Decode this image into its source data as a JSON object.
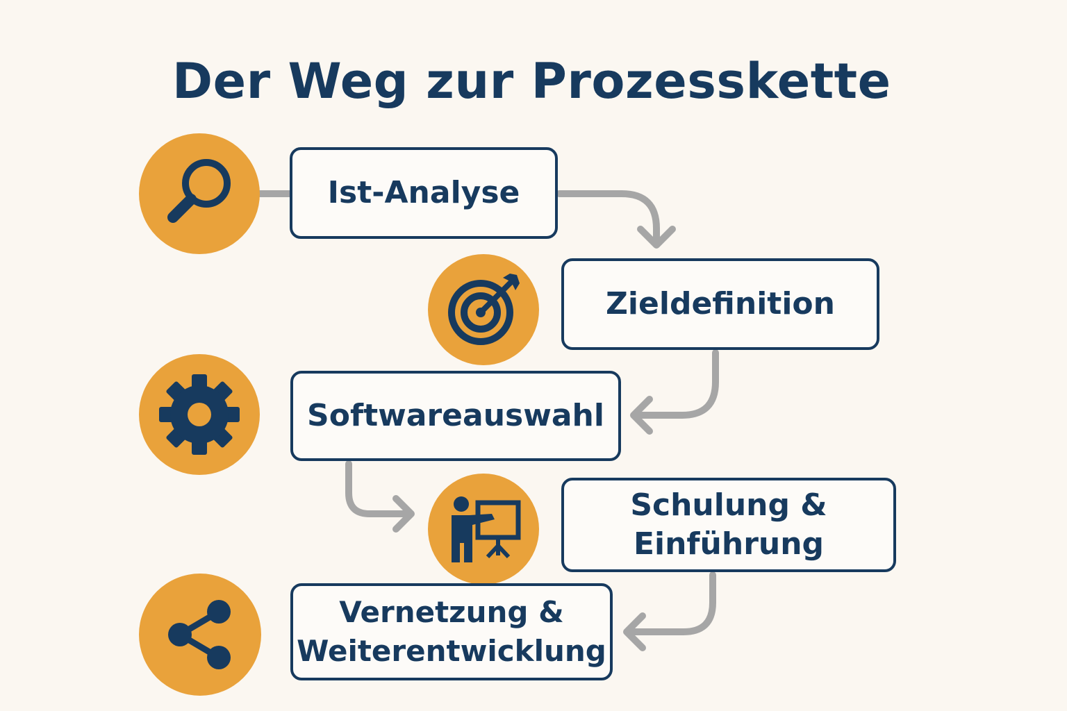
{
  "title": "Der Weg zur Prozesskette",
  "steps": [
    {
      "label": "Ist-Analyse",
      "icon": "magnifier-icon"
    },
    {
      "label": "Zieldefinition",
      "icon": "target-icon"
    },
    {
      "label": "Softwareauswahl",
      "icon": "gear-icon"
    },
    {
      "label": "Schulung &\nEinführung",
      "icon": "presentation-icon"
    },
    {
      "label": "Vernetzung &\nWeiterentwicklung",
      "icon": "share-icon"
    }
  ],
  "colors": {
    "background": "#fbf7f1",
    "navy": "#173a5e",
    "orange": "#e9a23b",
    "arrow": "#a6a6a6"
  }
}
